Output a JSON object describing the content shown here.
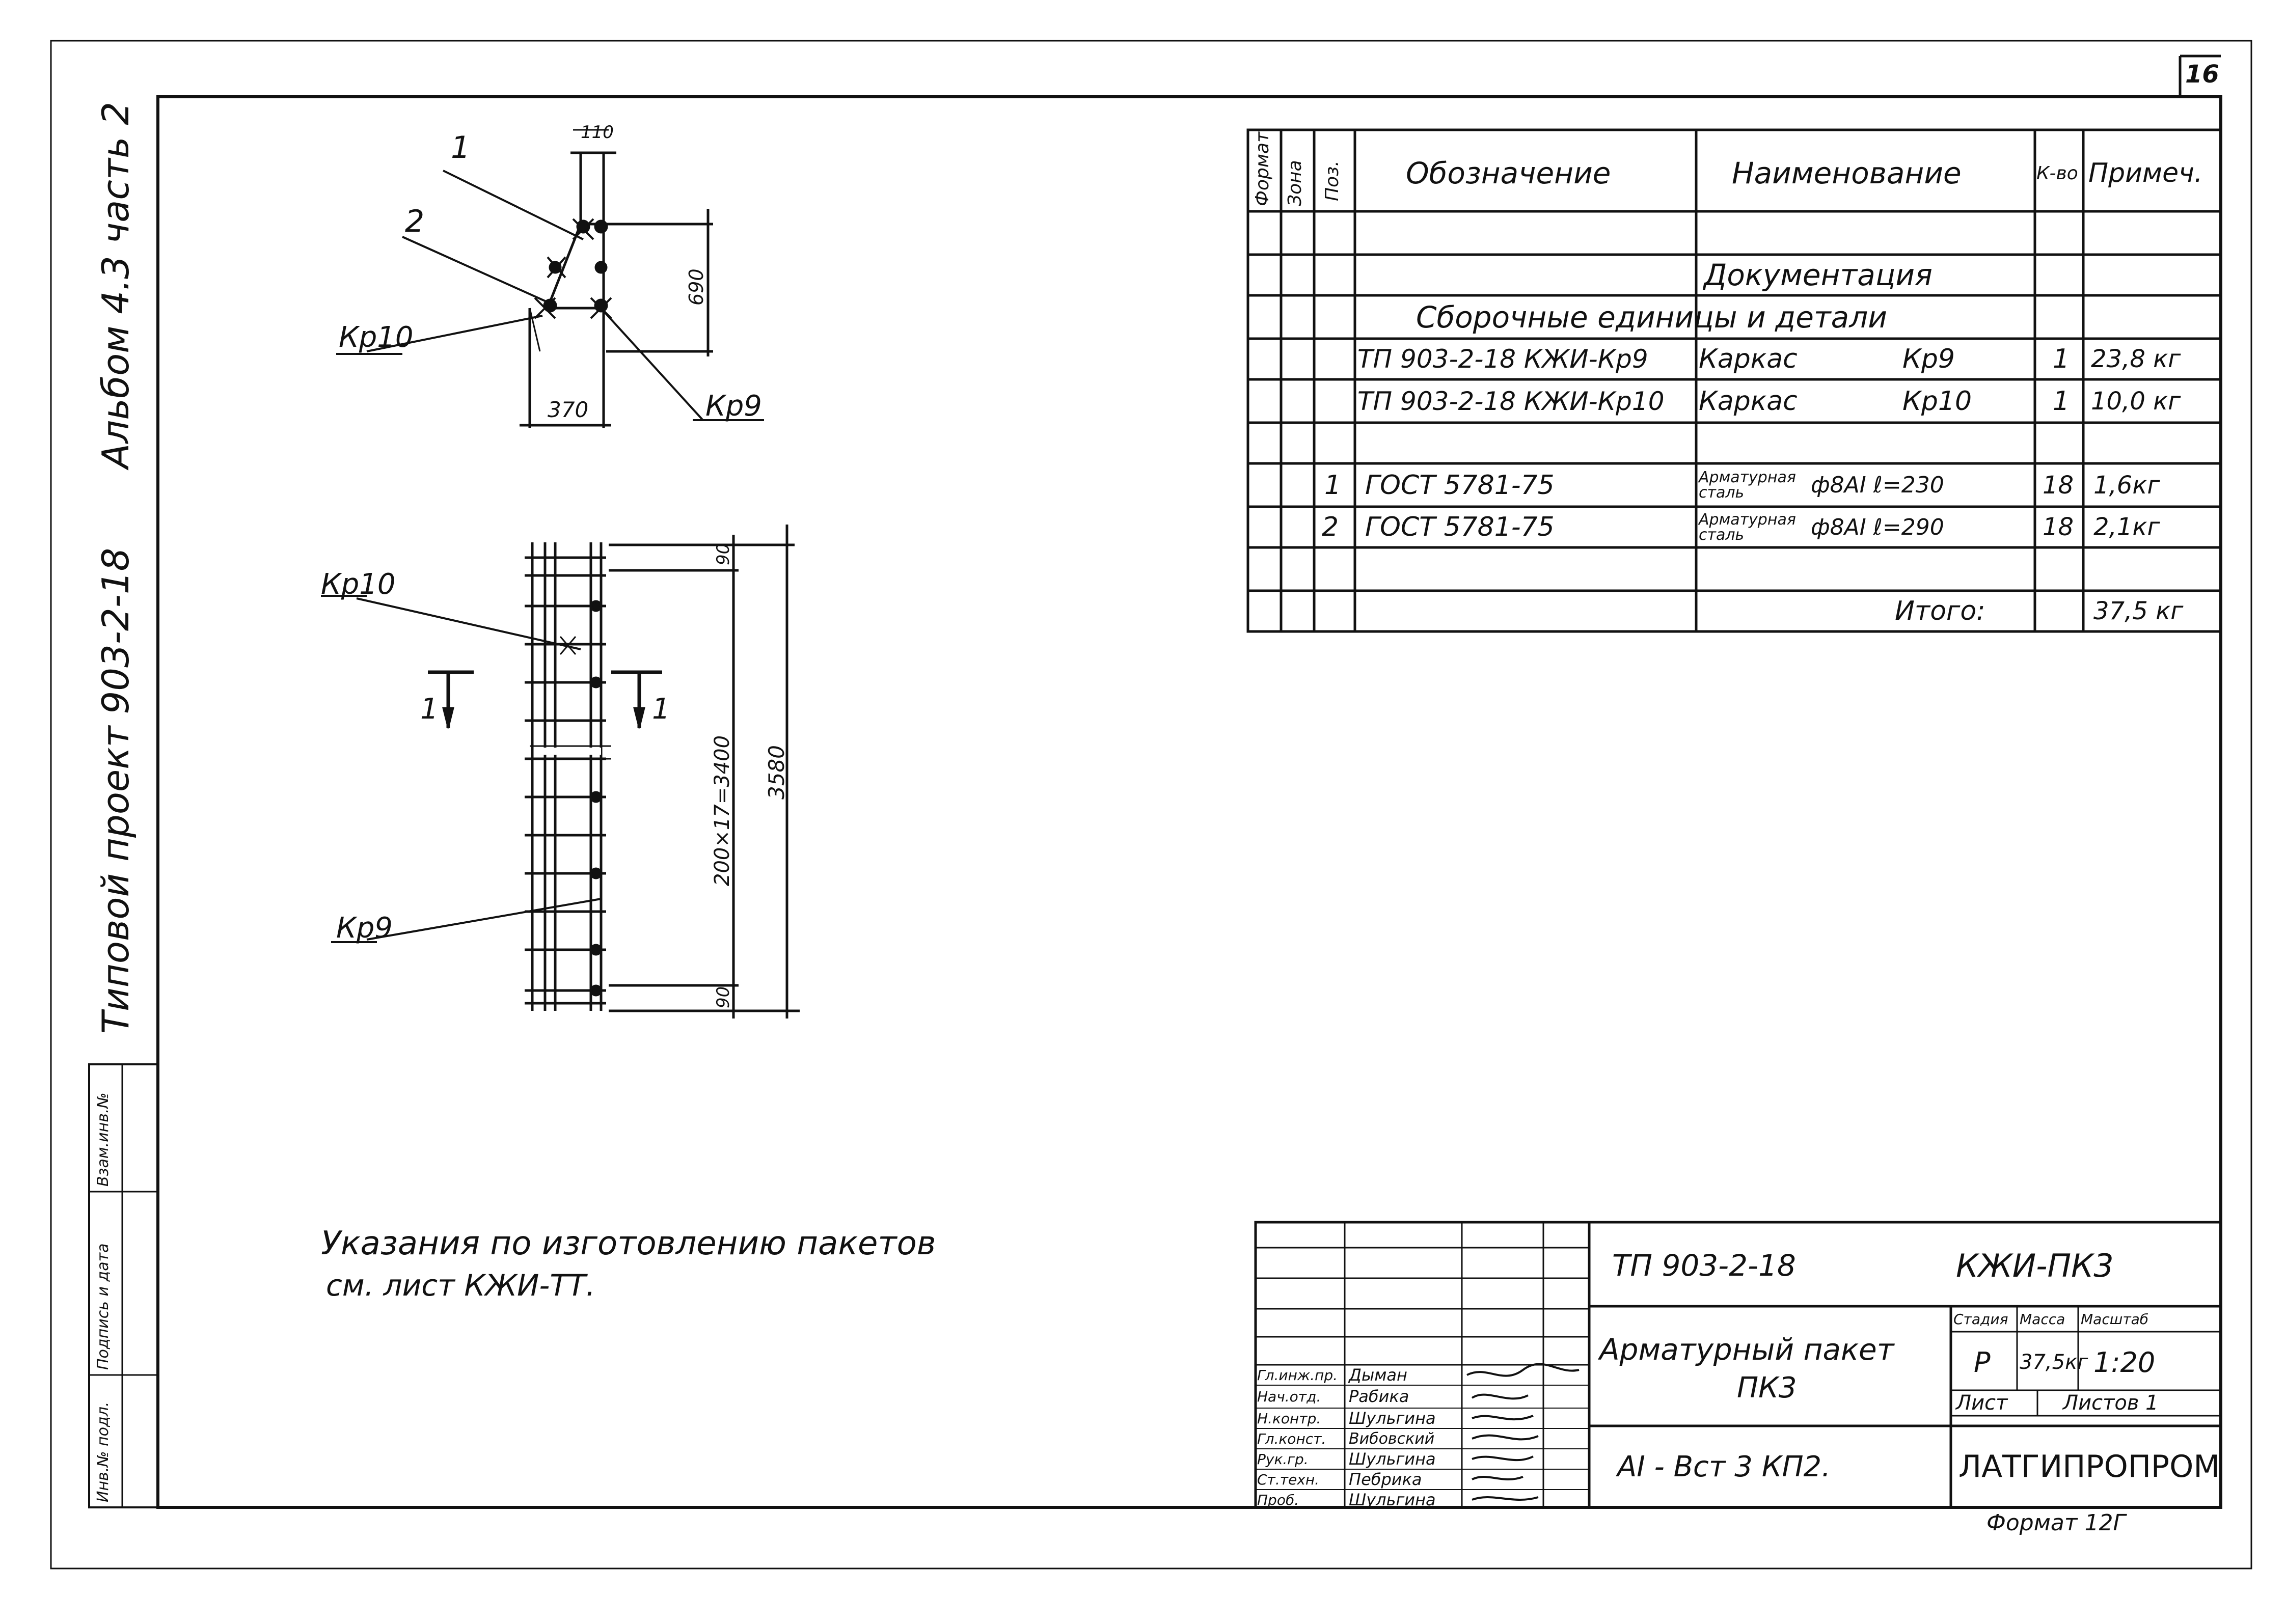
{
  "sheet_number": "16",
  "side_title": {
    "line1": "Типовой проект 903-2-18",
    "line2": "Альбом 4.3 часть 2"
  },
  "side_stamp": [
    "Взам.инв.№",
    "Подпись и дата",
    "Инв.№ подл."
  ],
  "drawing": {
    "labels": {
      "pos1": "1",
      "pos2": "2",
      "kr10_top": "Кр10",
      "kr9_top": "Кр9",
      "dim_110": "110",
      "dim_690": "690",
      "dim_370": "370",
      "kr10_bottom": "Кр10",
      "kr9_bottom": "Кр9",
      "section_left": "1",
      "section_right": "1",
      "dim_90_top": "90",
      "dim_90_bottom": "90",
      "dim_mid": "200×17=3400",
      "dim_total": "3580"
    }
  },
  "spec_table": {
    "headers": {
      "format": "Формат",
      "zone": "Зона",
      "pos": "Поз.",
      "designation": "Обозначение",
      "name": "Наименование",
      "qty": "К-во",
      "note": "Примеч."
    },
    "section_docs": "Документация",
    "section_assemblies": "Сборочные единицы и детали",
    "rows": [
      {
        "pos": "",
        "designation": "ТП 903-2-18 КЖИ-Кр9",
        "name": "Каркас",
        "name2": "Кр9",
        "qty": "1",
        "note": "23,8 кг"
      },
      {
        "pos": "",
        "designation": "ТП 903-2-18 КЖИ-Кр10",
        "name": "Каркас",
        "name2": "Кр10",
        "qty": "1",
        "note": "10,0 кг"
      },
      {
        "pos": "1",
        "designation": "ГОСТ 5781-75",
        "name": "Арматурная сталь",
        "name2": "ф8АI ℓ=230",
        "qty": "18",
        "note": "1,6кг"
      },
      {
        "pos": "2",
        "designation": "ГОСТ 5781-75",
        "name": "Арматурная сталь",
        "name2": "ф8АI ℓ=290",
        "qty": "18",
        "note": "2,1кг"
      }
    ],
    "total_label": "Итого:",
    "total_value": "37,5 кг"
  },
  "instructions": {
    "line1": "Указания по изготовлению пакетов",
    "line2": "см. лист КЖИ-ТТ."
  },
  "title_block": {
    "doc_code": "ТП 903-2-18",
    "sheet_code": "КЖИ-ПК3",
    "title_line1": "Арматурный пакет",
    "title_line2": "ПК3",
    "material": "АI - Вст 3 КП2.",
    "stage_label": "Стадия",
    "mass_label": "Масса",
    "scale_label": "Масштаб",
    "stage_value": "Р",
    "mass_value": "37,5кг",
    "scale_value": "1:20",
    "sheet_label": "Лист",
    "sheets_label": "Листов 1",
    "organization": "ЛАТГИПРОПРОМ",
    "format": "Формат 12Г",
    "signers": [
      {
        "role": "Гл.инж.пр.",
        "name": "Дыман"
      },
      {
        "role": "Нач.отд.",
        "name": "Рабика"
      },
      {
        "role": "Н.контр.",
        "name": "Шульгина"
      },
      {
        "role": "Гл.конст.",
        "name": "Вибовский"
      },
      {
        "role": "Рук.гр.",
        "name": "Шульгина"
      },
      {
        "role": "Ст.техн.",
        "name": "Пебрика"
      },
      {
        "role": "Проб.",
        "name": "Шульгина"
      }
    ]
  }
}
